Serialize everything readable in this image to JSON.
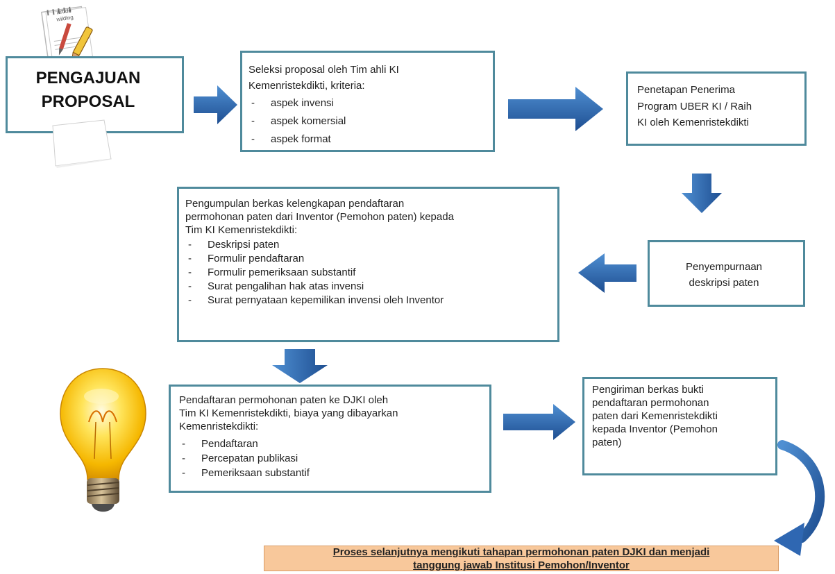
{
  "box_start": {
    "title": "PENGAJUAN PROPOSAL"
  },
  "box_selection": {
    "lines": [
      "Seleksi proposal oleh Tim ahli KI",
      "Kemenristekdikti, kriteria:"
    ],
    "bullets": [
      "aspek invensi",
      "aspek komersial",
      "aspek format"
    ]
  },
  "box_assignment": {
    "lines": [
      "Penetapan Penerima",
      "Program UBER KI / Raih",
      "KI oleh Kemenristekdikti"
    ]
  },
  "box_refinement": {
    "lines": [
      "Penyempurnaan",
      "deskripsi paten"
    ]
  },
  "box_collection": {
    "lines": [
      "Pengumpulan berkas kelengkapan pendaftaran",
      "permohonan paten dari Inventor (Pemohon paten) kepada",
      "Tim KI Kemenristekdikti:"
    ],
    "bullets": [
      "Deskripsi paten",
      "Formulir pendaftaran",
      "Formulir pemeriksaan substantif",
      "Surat pengalihan hak atas invensi",
      "Surat pernyataan kepemilikan invensi oleh Inventor"
    ]
  },
  "box_registration": {
    "lines": [
      "Pendaftaran permohonan paten ke DJKI oleh",
      "Tim KI Kemenristekdikti, biaya yang dibayarkan",
      "Kemenristekdikti:"
    ],
    "bullets": [
      "Pendaftaran",
      "Percepatan publikasi",
      "Pemeriksaan substantif"
    ]
  },
  "box_delivery": {
    "lines": [
      "Pengiriman berkas bukti",
      "pendaftaran permohonan",
      "paten dari Kemenristekdikti",
      "kepada Inventor (Pemohon",
      "paten)"
    ]
  },
  "box_final": {
    "lines": [
      "Proses selanjutnya mengikuti tahapan permohonan paten DJKI dan menjadi",
      "tanggung jawab Institusi Pemohon/Inventor"
    ]
  },
  "decor": {
    "note_icon": "note-paper-pencil-icon",
    "note_text": "Art de wilding",
    "bulb_icon": "light-bulb-icon"
  },
  "colors": {
    "box_border": "#4f8a9c",
    "arrow_fill": "#2f67b2",
    "final_fill": "#f8c89b"
  }
}
